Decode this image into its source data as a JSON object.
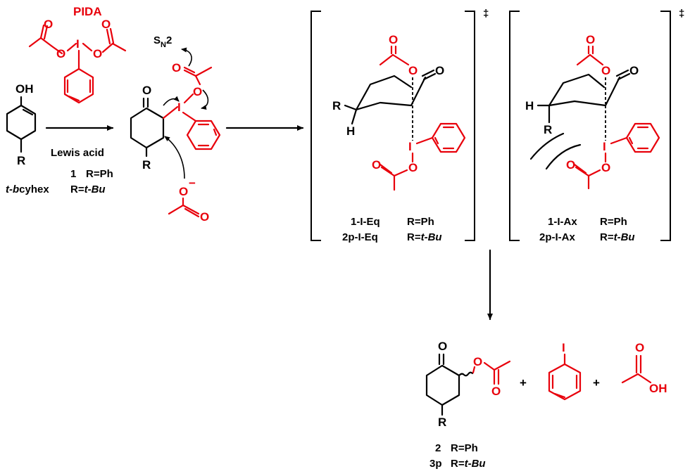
{
  "reagent": {
    "name": "PIDA"
  },
  "conditions": {
    "reagent_label": "Lewis acid"
  },
  "mechanism": {
    "sn2_label": "S",
    "sn2_sub": "N",
    "sn2_num": "2"
  },
  "atoms": {
    "O": "O",
    "OH": "OH",
    "I": "I",
    "R": "R",
    "H": "H",
    "minus": "−",
    "dagger": "‡",
    "plus": "+"
  },
  "substrate": {
    "line1_id": "1",
    "line1_r": "R=Ph",
    "line2_id_a": "t-",
    "line2_id_b": "b",
    "line2_id_c": "cyhex",
    "line2_r_a": "R=",
    "line2_r_b": "t-Bu"
  },
  "ts_eq": {
    "line1_id": "1-I-Eq",
    "line1_r": "R=Ph",
    "line2_id": "2p-I-Eq",
    "line2_r_a": "R=",
    "line2_r_b": "t-Bu"
  },
  "ts_ax": {
    "line1_id": "1-I-Ax",
    "line1_r": "R=Ph",
    "line2_id": "2p-I-Ax",
    "line2_r_a": "R=",
    "line2_r_b": "t-Bu"
  },
  "product": {
    "line1_id": "2",
    "line1_r": "R=Ph",
    "line2_id": "3p",
    "line2_r_a": "R=",
    "line2_r_b": "t-Bu"
  }
}
